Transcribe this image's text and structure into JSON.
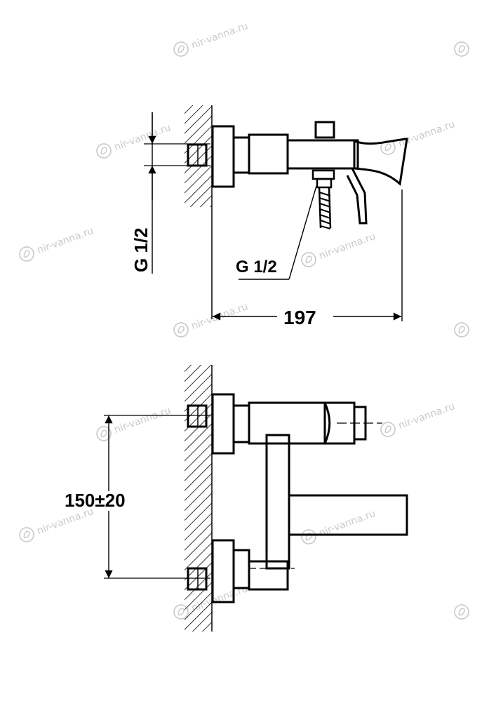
{
  "labels": {
    "side_thread": "G 1/2",
    "hose_thread": "G 1/2",
    "width": "197",
    "spacing": "150±20"
  },
  "watermark": "nir-vanna.ru",
  "colors": {
    "line": "#000000",
    "watermark": "#c9c9c9",
    "background": "#ffffff"
  }
}
